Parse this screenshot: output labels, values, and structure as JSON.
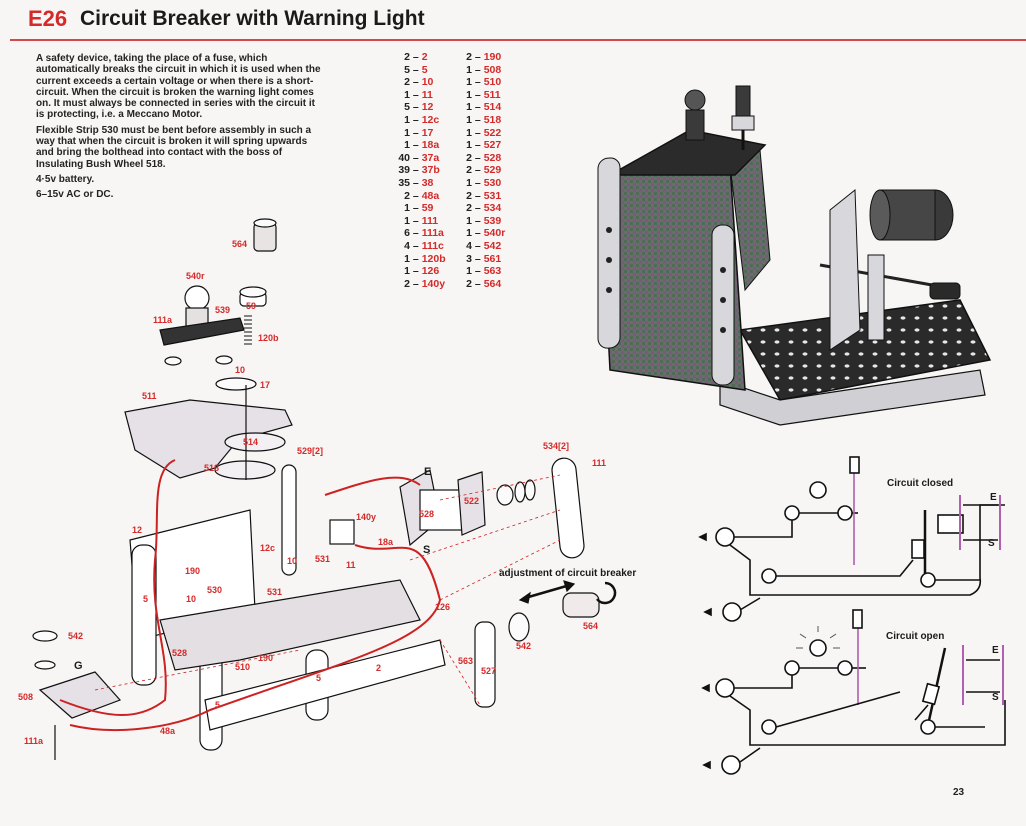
{
  "header": {
    "model_code": "E26",
    "title": "Circuit Breaker with Warning Light"
  },
  "description": {
    "paragraphs": [
      "A safety device, taking the place of a fuse, which automatically breaks the circuit in which it is used when the current exceeds a certain voltage or when there is a short-circuit. When the circuit is broken the warning light comes on. It must always be connected in series with the circuit it is protecting, i.e. a Meccano Motor.",
      "Flexible Strip 530 must be bent before assembly in such a way that when the circuit is broken it will spring upwards and bring the bolthead into contact with the boss of Insulating Bush Wheel 518.",
      "4·5v battery.",
      "6–15v AC or DC."
    ]
  },
  "parts_list": {
    "column1": [
      {
        "qty": "2",
        "part": "2"
      },
      {
        "qty": "5",
        "part": "5"
      },
      {
        "qty": "2",
        "part": "10"
      },
      {
        "qty": "1",
        "part": "11"
      },
      {
        "qty": "5",
        "part": "12"
      },
      {
        "qty": "1",
        "part": "12c"
      },
      {
        "qty": "1",
        "part": "17"
      },
      {
        "qty": "1",
        "part": "18a"
      },
      {
        "qty": "40",
        "part": "37a"
      },
      {
        "qty": "39",
        "part": "37b"
      },
      {
        "qty": "35",
        "part": "38"
      },
      {
        "qty": "2",
        "part": "48a"
      },
      {
        "qty": "1",
        "part": "59"
      },
      {
        "qty": "1",
        "part": "111"
      },
      {
        "qty": "6",
        "part": "111a"
      },
      {
        "qty": "4",
        "part": "111c"
      },
      {
        "qty": "1",
        "part": "120b"
      },
      {
        "qty": "1",
        "part": "126"
      },
      {
        "qty": "2",
        "part": "140y"
      }
    ],
    "column2": [
      {
        "qty": "2",
        "part": "190"
      },
      {
        "qty": "1",
        "part": "508"
      },
      {
        "qty": "1",
        "part": "510"
      },
      {
        "qty": "1",
        "part": "511"
      },
      {
        "qty": "1",
        "part": "514"
      },
      {
        "qty": "1",
        "part": "518"
      },
      {
        "qty": "1",
        "part": "522"
      },
      {
        "qty": "1",
        "part": "527"
      },
      {
        "qty": "2",
        "part": "528"
      },
      {
        "qty": "2",
        "part": "529"
      },
      {
        "qty": "1",
        "part": "530"
      },
      {
        "qty": "2",
        "part": "531"
      },
      {
        "qty": "2",
        "part": "534"
      },
      {
        "qty": "1",
        "part": "539"
      },
      {
        "qty": "1",
        "part": "540r"
      },
      {
        "qty": "4",
        "part": "542"
      },
      {
        "qty": "3",
        "part": "561"
      },
      {
        "qty": "1",
        "part": "563"
      },
      {
        "qty": "2",
        "part": "564"
      }
    ]
  },
  "exploded_diagram": {
    "labels": {
      "p564_top": "564",
      "p540r": "540r",
      "p539": "539",
      "p59": "59",
      "p111a_top": "111a",
      "p120b": "120b",
      "p10_top": "10",
      "p17": "17",
      "p511": "511",
      "p514": "514",
      "p518": "518",
      "p529": "529[2]",
      "p12": "12",
      "p12c": "12c",
      "p10_mid": "10",
      "p531_mid": "531",
      "p11": "11",
      "p140y": "140y",
      "p18a": "18a",
      "p190_a": "190",
      "p530": "530",
      "p531_low": "531",
      "p10_low": "10",
      "p5_a": "5",
      "p542_left": "542",
      "p508": "508",
      "p111a_low": "111a",
      "p528_low": "528",
      "p510": "510",
      "p190_b": "190",
      "p5_b": "5",
      "p5_c": "5",
      "p2": "2",
      "p48a": "48a",
      "p126": "126",
      "p528_term": "528",
      "p522": "522",
      "p534": "534[2]",
      "p111": "111",
      "p563": "563",
      "p527": "527",
      "p542_adj": "542",
      "p564_adj": "564"
    },
    "terminal_labels": {
      "G": "G",
      "E": "E",
      "S": "S"
    },
    "adjustment_caption": "adjustment of circuit breaker"
  },
  "circuit_diagrams": {
    "closed": {
      "caption": "Circuit closed",
      "E": "E",
      "S": "S"
    },
    "open": {
      "caption": "Circuit open",
      "E": "E",
      "S": "S"
    }
  },
  "page_number": "23"
}
